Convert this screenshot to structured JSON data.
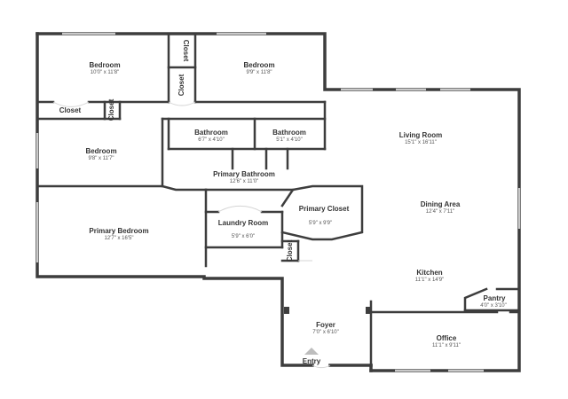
{
  "rooms": [
    {
      "id": "bedroom-1",
      "name": "Bedroom",
      "dims": "10'0\" x 11'8\""
    },
    {
      "id": "closet-1",
      "name": "Closet",
      "dims": ""
    },
    {
      "id": "closet-2",
      "name": "Closet",
      "dims": ""
    },
    {
      "id": "bedroom-2",
      "name": "Bedroom",
      "dims": "9'9\" x 11'8\""
    },
    {
      "id": "closet-3",
      "name": "Closet",
      "dims": ""
    },
    {
      "id": "closet-4",
      "name": "Closet",
      "dims": ""
    },
    {
      "id": "bedroom-3",
      "name": "Bedroom",
      "dims": "9'8\" x 11'7\""
    },
    {
      "id": "bathroom-1",
      "name": "Bathroom",
      "dims": "6'7\" x 4'10\""
    },
    {
      "id": "bathroom-2",
      "name": "Bathroom",
      "dims": "5'1\" x 4'10\""
    },
    {
      "id": "primary-bathroom",
      "name": "Primary Bathroom",
      "dims": "12'6\" x 11'0\""
    },
    {
      "id": "living-room",
      "name": "Living Room",
      "dims": "15'1\" x 16'11\""
    },
    {
      "id": "primary-bedroom",
      "name": "Primary Bedroom",
      "dims": "12'7\" x 16'5\""
    },
    {
      "id": "laundry-room",
      "name": "Laundry Room",
      "dims": "5'9\" x 6'0\""
    },
    {
      "id": "primary-closet",
      "name": "Primary Closet",
      "dims": "5'9\" x 9'9\""
    },
    {
      "id": "closet-5",
      "name": "Closet",
      "dims": ""
    },
    {
      "id": "dining-area",
      "name": "Dining Area",
      "dims": "12'4\" x 7'11\""
    },
    {
      "id": "kitchen",
      "name": "Kitchen",
      "dims": "11'1\" x 14'9\""
    },
    {
      "id": "pantry",
      "name": "Pantry",
      "dims": "4'0\" x 3'10\""
    },
    {
      "id": "foyer",
      "name": "Foyer",
      "dims": "7'0\" x 6'10\""
    },
    {
      "id": "office",
      "name": "Office",
      "dims": "11'1\" x 9'11\""
    }
  ],
  "entry": {
    "label": "Entry"
  },
  "colors": {
    "wall": "#3d3d3d",
    "window": "#c9c9c9",
    "background": "#ffffff"
  }
}
